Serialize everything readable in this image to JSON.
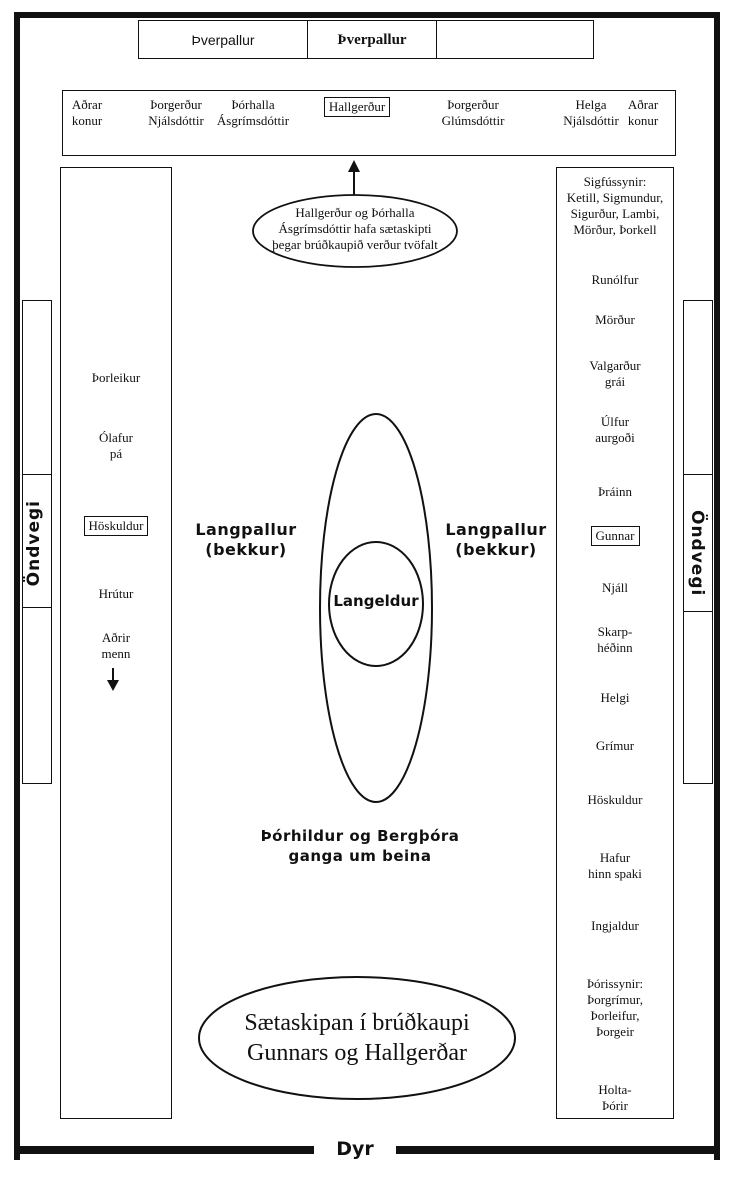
{
  "title_lines": [
    "Sætaskipan í brúðkaupi",
    "Gunnars og Hallgerðar"
  ],
  "door": "Dyr",
  "platform": {
    "left": "Þverpallur",
    "center": "Þverpallur"
  },
  "top_bench": [
    {
      "lines": [
        "Aðrar",
        "konur"
      ]
    },
    {
      "lines": [
        "Þorgerður",
        "Njálsdóttir"
      ]
    },
    {
      "lines": [
        "Þórhalla",
        "Ásgrímsdóttir"
      ]
    },
    {
      "lines": [
        "Hallgerður"
      ],
      "boxed": true
    },
    {
      "lines": [
        "Þorgerður",
        "Glúmsdóttir"
      ]
    },
    {
      "lines": [
        "Helga",
        "Njálsdóttir"
      ]
    },
    {
      "lines": [
        "Aðrar",
        "konur"
      ]
    }
  ],
  "seat_note": [
    "Hallgerður og Þórhalla",
    "Ásgrímsdóttir hafa sætaskipti",
    "þegar brúðkaupið verður tvöfalt"
  ],
  "left_bench": [
    {
      "lines": [
        "Þorleikur"
      ]
    },
    {
      "lines": [
        "Ólafur",
        "pá"
      ]
    },
    {
      "lines": [
        "Höskuldur"
      ],
      "boxed": true
    },
    {
      "lines": [
        "Hrútur"
      ]
    },
    {
      "lines": [
        "Aðrir",
        "menn"
      ]
    }
  ],
  "right_bench": [
    {
      "lines": [
        "Sigfússynir:",
        "Ketill, Sigmundur,",
        "Sigurður, Lambi,",
        "Mörður, Þorkell"
      ]
    },
    {
      "lines": [
        "Runólfur"
      ]
    },
    {
      "lines": [
        "Mörður"
      ]
    },
    {
      "lines": [
        "Valgarður",
        "grái"
      ]
    },
    {
      "lines": [
        "Úlfur",
        "aurgoði"
      ]
    },
    {
      "lines": [
        "Þráinn"
      ]
    },
    {
      "lines": [
        "Gunnar"
      ],
      "boxed": true
    },
    {
      "lines": [
        "Njáll"
      ]
    },
    {
      "lines": [
        "Skarp-",
        "héðinn"
      ]
    },
    {
      "lines": [
        "Helgi"
      ]
    },
    {
      "lines": [
        "Grímur"
      ]
    },
    {
      "lines": [
        "Höskuldur"
      ]
    },
    {
      "lines": [
        "Hafur",
        "hinn spaki"
      ]
    },
    {
      "lines": [
        "Ingjaldur"
      ]
    },
    {
      "lines": [
        "Þórissynir:",
        "Þorgrímur,",
        "Þorleifur,",
        "Þorgeir"
      ]
    },
    {
      "lines": [
        "Holta-",
        "Þórir"
      ]
    }
  ],
  "langpallur": [
    "Langpallur",
    "(bekkur)"
  ],
  "hearth": "Langeldur",
  "ondvegi": "Öndvegi",
  "serving_note": [
    "Þórhildur og Bergþóra",
    "ganga um beina"
  ]
}
